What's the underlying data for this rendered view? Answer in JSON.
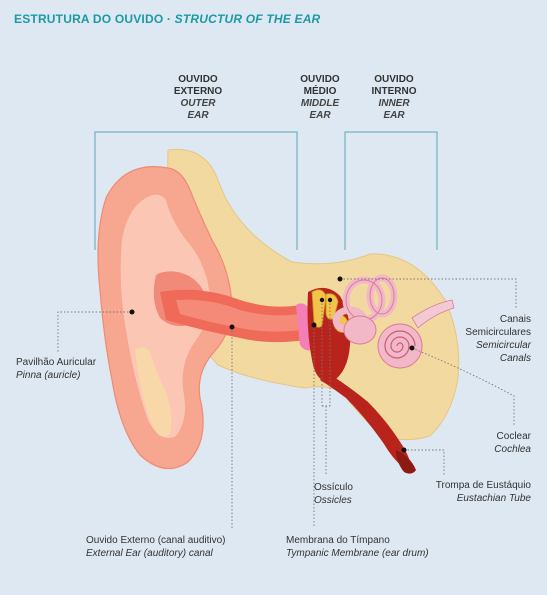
{
  "title": {
    "pt": "ESTRUTURA DO OUVIDO",
    "sep": " · ",
    "en": "STRUCTUR OF THE EAR"
  },
  "sections": [
    {
      "pt1": "OUVIDO",
      "pt2": "EXTERNO",
      "en1": "OUTER",
      "en2": "EAR"
    },
    {
      "pt1": "OUVIDO",
      "pt2": "MÉDIO",
      "en1": "MIDDLE",
      "en2": "EAR"
    },
    {
      "pt1": "OUVIDO",
      "pt2": "INTERNO",
      "en1": "INNER",
      "en2": "EAR"
    }
  ],
  "labels": {
    "pinna": {
      "pt": "Pavilhão Auricular",
      "en": "Pinna (auricle)"
    },
    "canals": {
      "pt1": "Canais",
      "pt2": "Semicirculares",
      "en1": "Semicircular",
      "en2": "Canals"
    },
    "cochlea": {
      "pt": "Coclear",
      "en": "Cochlea"
    },
    "eustachian": {
      "pt": "Trompa de Eustáquio",
      "en": "Eustachian Tube"
    },
    "ossicles": {
      "pt": "Ossículo",
      "en": "Ossicles"
    },
    "external_canal": {
      "pt": "Ouvido Externo (canal auditivo)",
      "en": "External Ear (auditory) canal"
    },
    "tympanic": {
      "pt": "Membrana do Tímpano",
      "en": "Tympanic Membrane (ear drum)"
    }
  },
  "colors": {
    "background": "#dde8f2",
    "bone": "#f2d9a0",
    "skin": "#f7a08c",
    "canal": "#e85a4a",
    "middle_ear": "#b8231c",
    "inner_ear": "#f3b8c8",
    "accent": "#1b9aa6"
  }
}
